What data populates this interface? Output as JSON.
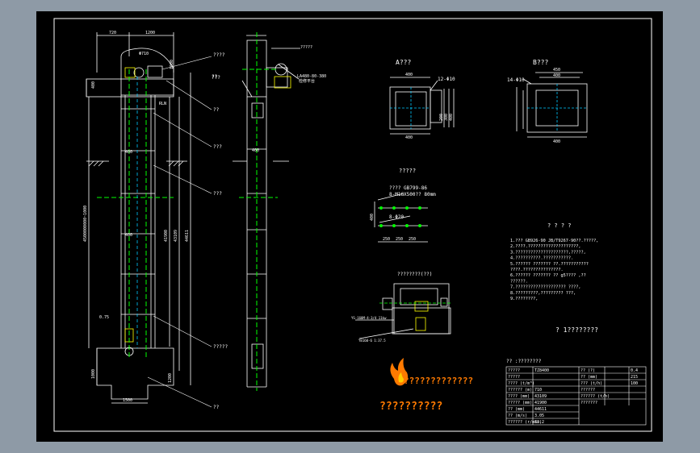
{
  "colors": {
    "background": "#8e9aa6",
    "canvas": "#000000",
    "line": "#ffffff",
    "center": "#00ff00",
    "hidden": "#00c8ff",
    "accent": "#ff0000",
    "logo": "#ff7a00"
  },
  "dims": {
    "top_a": "720",
    "top_b": "1200",
    "pulley_dia": "Φ710",
    "d400": "400",
    "d1000": "1000",
    "vertical_long": "41900",
    "vertical_mid": "43109",
    "vertical_total": "44611",
    "left_range": "4500000000~1000",
    "bottom": "1500",
    "bottom_height": "1000",
    "bottom_side": "1200",
    "right_label": "RLN",
    "left_side": "0.75",
    "mid_col": "400",
    "mid_col2": "400",
    "mid_col3": "400"
  },
  "callouts": {
    "c1": "????",
    "c2": "??",
    "c3": "???",
    "c4": "???",
    "c5": "??",
    "c6": "?????",
    "c7": "??",
    "side1": "???",
    "side2": "LA480-80-380",
    "side3": "?????",
    "side4": "检修平台"
  },
  "view_a": {
    "title": "A???",
    "d_top": "400",
    "d_side1": "200",
    "d_side2": "300",
    "d_side3": "400",
    "d_bottom": "400",
    "holes": "12-Φ10"
  },
  "view_b": {
    "title": "B???",
    "d_top": "450",
    "d_top2": "400",
    "holes": "14-Φ10",
    "d_bottom": "400"
  },
  "flange": {
    "title": "?????",
    "spec1": "???? GB799-86",
    "spec2": "8-M16X500?? 80mm",
    "spec3": "8-Φ20",
    "spec_left": "???? ",
    "dim_a": "250",
    "dim_b": "250",
    "dim_c": "250",
    "dim_left": "400"
  },
  "drive": {
    "title": "????????(??)",
    "note1": "YS-160M-4-3/4 11kw",
    "note2": "YB160-6 1:37.5"
  },
  "notes": {
    "title": "? ? ? ?",
    "lines": [
      "1.??? GB926-90 JB/T9267-90??.?????,",
      "2.????.????????????????????,",
      "3.?????????????????????,?????,",
      "4.??????????.???????????.",
      "5.?????? ??????? ??.???????????",
      "  ????.???????????????.",
      "6.?????? ??????? ?? g5???? ,??",
      "  ??????.",
      "7.???????????????????? ????,",
      "8.?????????,????????? ???,",
      "9.????????,"
    ],
    "scale": "? 1????????"
  },
  "logo": {
    "line1": "?????????????",
    "line2": "??????????"
  },
  "table": {
    "title": "?? :????????",
    "rows": [
      {
        "k1": "?????",
        "v1": "TZ8400",
        "k2": "?? (?)",
        "v2": "0.4"
      },
      {
        "k1": "?????",
        "v1": "",
        "k2": "?? (mm)",
        "v2": "215"
      },
      {
        "k1": "???? (t/m³)",
        "v1": "",
        "k2": "??? (t/h)",
        "v2": "100"
      },
      {
        "k1": "?????? (m)",
        "v1": "710",
        "k2": "??????",
        "v2": ""
      },
      {
        "k1": "???? (mm)",
        "v1": "43109",
        "k2": "?????? (t/h)",
        "v2": ""
      },
      {
        "k1": "????? (mm)",
        "v1": "41900",
        "k2": "???????",
        "v2": ""
      },
      {
        "k1": "?? (mm)",
        "v1": "44611",
        "k2": "",
        "v2": ""
      },
      {
        "k1": "?? (m/s)",
        "v1": "3.05",
        "k2": "",
        "v2": ""
      },
      {
        "k1": "?????? (r/min)",
        "v1": "82.2",
        "k2": "",
        "v2": ""
      }
    ]
  }
}
